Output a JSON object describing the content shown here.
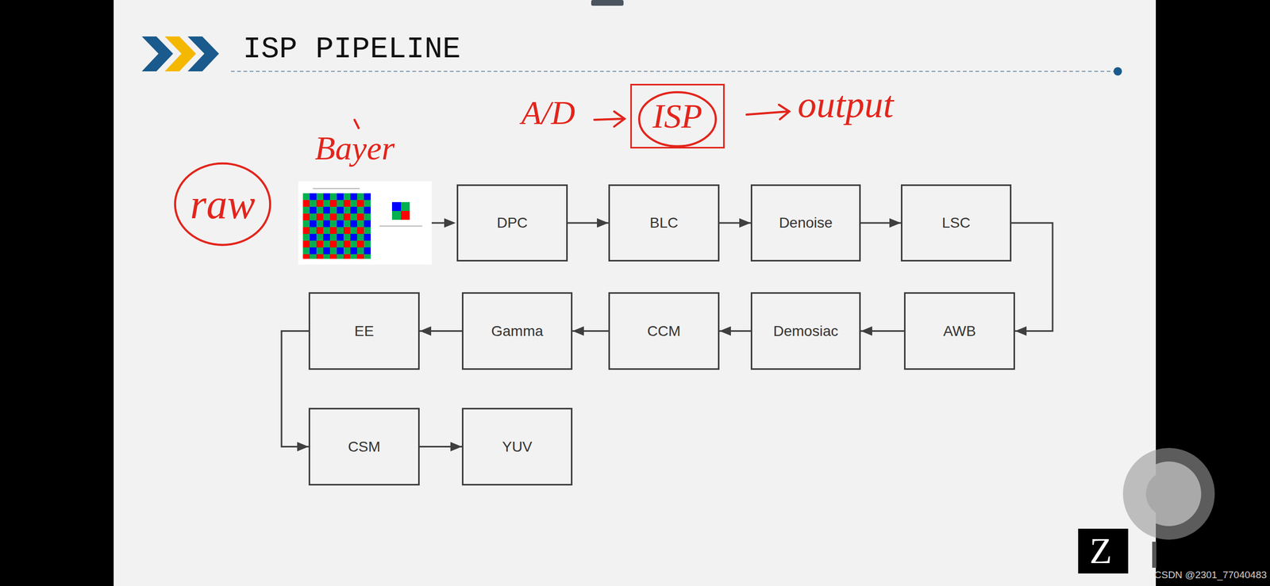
{
  "diagram": {
    "title": "ISP PIPELINE",
    "nodes": [
      {
        "text": [
          "ISP"
        ]
      },
      {
        "text": [
          "raw"
        ]
      },
      {
        "text": [
          "DPC"
        ]
      },
      {
        "text": [
          "BLC"
        ]
      },
      {
        "text": [
          "Denoise"
        ]
      },
      {
        "text": [
          "LSC"
        ]
      },
      {
        "text": [
          "AWB"
        ]
      },
      {
        "text": [
          "Demosiac"
        ]
      },
      {
        "text": [
          "CCM"
        ]
      },
      {
        "text": [
          "Gamma"
        ]
      },
      {
        "text": [
          "EE"
        ]
      },
      {
        "text": [
          "CSM"
        ]
      },
      {
        "text": [
          "YUV"
        ]
      }
    ],
    "edges": [
      {
        "from": 2,
        "to": 3,
        "arrow": "to"
      },
      {
        "from": 3,
        "to": 4,
        "arrow": "to"
      },
      {
        "from": 4,
        "to": 5,
        "arrow": "to"
      },
      {
        "from": 5,
        "to": 6,
        "arrow": "to"
      },
      {
        "from": 6,
        "to": 7,
        "arrow": "to"
      },
      {
        "from": 7,
        "to": 8,
        "arrow": "to"
      },
      {
        "from": 8,
        "to": 9,
        "arrow": "to"
      },
      {
        "from": 9,
        "to": 10,
        "arrow": "to"
      },
      {
        "from": 10,
        "to": 11,
        "arrow": "to"
      },
      {
        "from": 11,
        "to": 12,
        "arrow": "to"
      }
    ],
    "labels": [
      "A/D",
      "output",
      "Bayer",
      "Z",
      "CSDN @2301_77040483"
    ]
  }
}
